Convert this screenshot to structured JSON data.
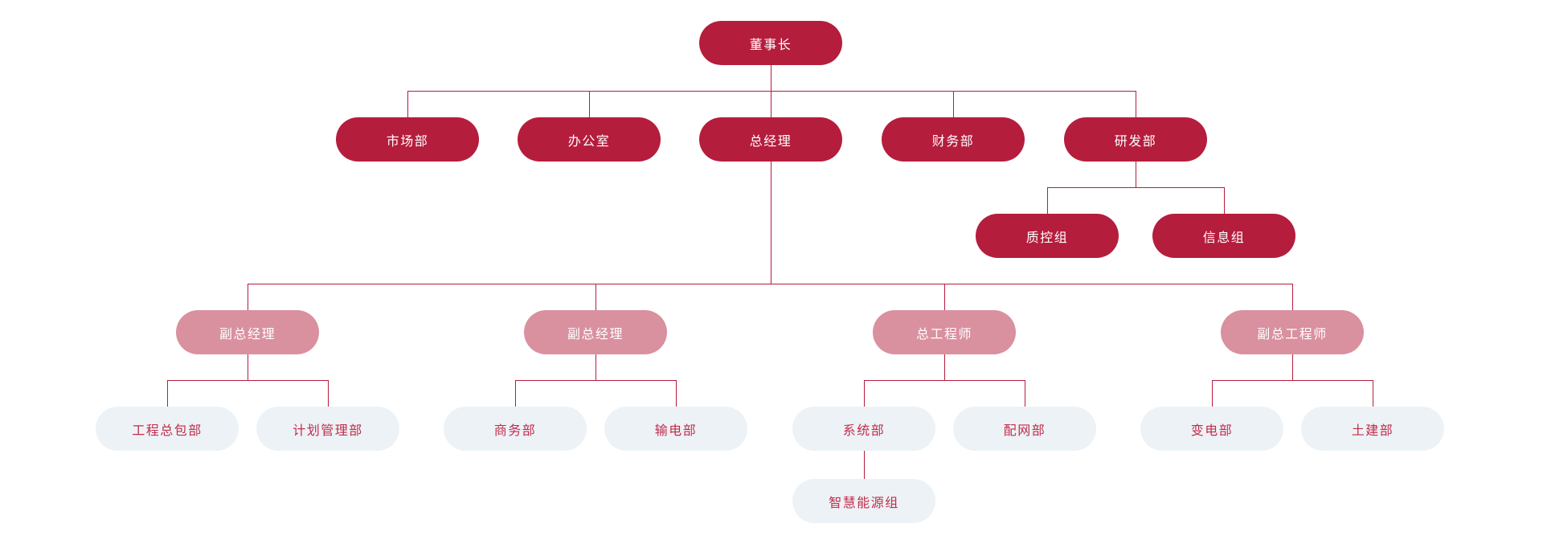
{
  "colors": {
    "primary": "#b51d3d",
    "secondary": "#d9909f",
    "light": "#edf2f6",
    "light-text": "#c22c4c",
    "line": "#b51d3d",
    "background": "#ffffff"
  },
  "chart_data": {
    "type": "org-chart",
    "root": "董事长",
    "levels": 6
  },
  "tree": {
    "label": "董事长",
    "children": [
      {
        "label": "市场部"
      },
      {
        "label": "办公室"
      },
      {
        "label": "总经理",
        "children": [
          {
            "label": "副总经理",
            "children": [
              {
                "label": "工程总包部"
              },
              {
                "label": "计划管理部"
              }
            ]
          },
          {
            "label": "副总经理",
            "children": [
              {
                "label": "商务部"
              },
              {
                "label": "输电部"
              }
            ]
          },
          {
            "label": "总工程师",
            "children": [
              {
                "label": "系统部",
                "children": [
                  {
                    "label": "智慧能源组"
                  }
                ]
              },
              {
                "label": "配网部"
              }
            ]
          },
          {
            "label": "副总工程师",
            "children": [
              {
                "label": "变电部"
              },
              {
                "label": "土建部"
              }
            ]
          }
        ]
      },
      {
        "label": "财务部"
      },
      {
        "label": "研发部",
        "children": [
          {
            "label": "质控组"
          },
          {
            "label": "信息组"
          }
        ]
      }
    ]
  }
}
